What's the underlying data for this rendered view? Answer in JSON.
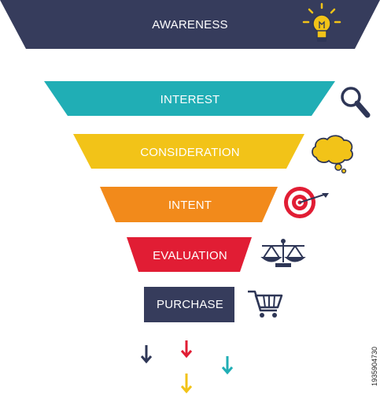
{
  "funnel": {
    "stages": [
      {
        "label": "AWARENESS",
        "color": "#363c5c",
        "icon": "lightbulb-icon"
      },
      {
        "label": "INTEREST",
        "color": "#20aeb5",
        "icon": "magnifier-icon"
      },
      {
        "label": "CONSIDERATION",
        "color": "#f2c318",
        "icon": "thought-bubble-icon"
      },
      {
        "label": "INTENT",
        "color": "#f28a1b",
        "icon": "target-icon"
      },
      {
        "label": "EVALUATION",
        "color": "#e11d34",
        "icon": "scale-icon"
      },
      {
        "label": "PURCHASE",
        "color": "#363c5c",
        "icon": "cart-icon"
      }
    ]
  },
  "arrows": {
    "colors": [
      "#2e3656",
      "#e11d34",
      "#f2c318",
      "#20aeb5"
    ]
  },
  "watermark": "1935904730"
}
